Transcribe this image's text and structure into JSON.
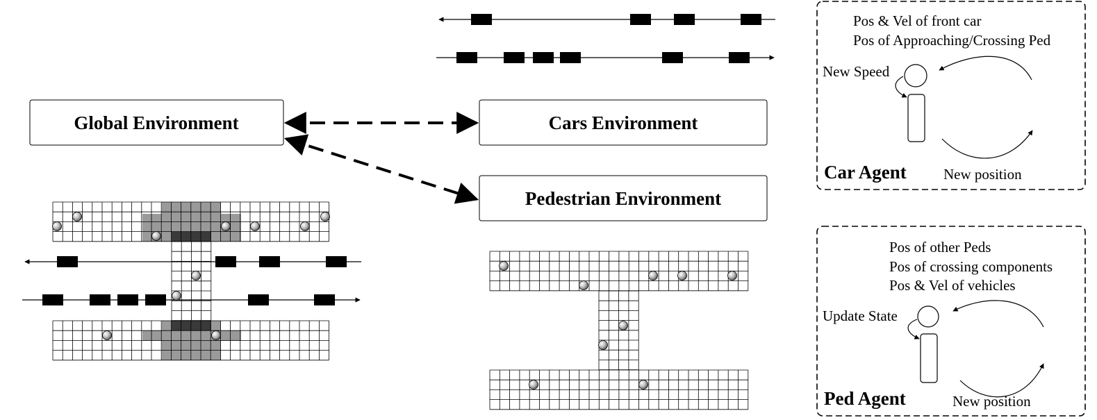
{
  "global_env": {
    "label": "Global Environment"
  },
  "cars_env": {
    "label": "Cars Environment"
  },
  "ped_env": {
    "label": "Pedestrian Environment"
  },
  "car_agent": {
    "title": "Car Agent",
    "inputs": [
      "Pos & Vel of front car",
      "Pos of Approaching/Crossing Ped"
    ],
    "action": "New Speed",
    "result": "New position"
  },
  "ped_agent": {
    "title": "Ped Agent",
    "inputs": [
      "Pos of other Peds",
      "Pos of crossing components",
      "Pos & Vel of vehicles"
    ],
    "action": "Update State",
    "result": "New position"
  }
}
